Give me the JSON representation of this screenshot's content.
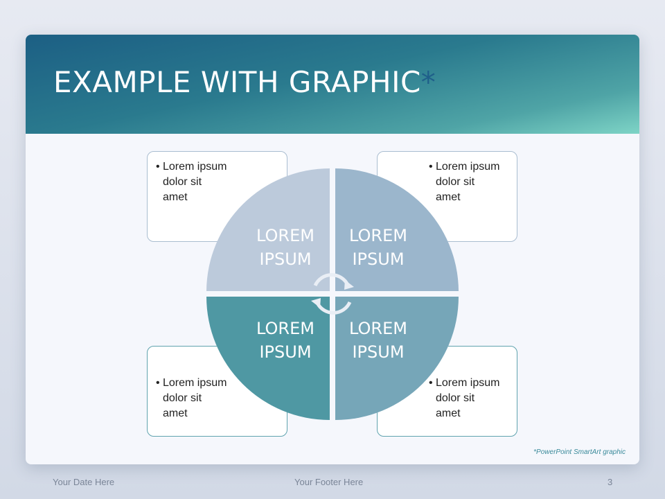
{
  "slide": {
    "title": "EXAMPLE WITH GRAPHIC",
    "title_mark": "*",
    "note": "*PowerPoint SmartArt graphic"
  },
  "boxes": [
    {
      "id": "top-left",
      "text_line1": "Lorem ipsum",
      "text_line2": "dolor sit",
      "text_line3": "amet"
    },
    {
      "id": "top-right",
      "text_line1": "Lorem ipsum",
      "text_line2": "dolor sit",
      "text_line3": "amet"
    },
    {
      "id": "bottom-left",
      "text_line1": "Lorem ipsum",
      "text_line2": "dolor sit",
      "text_line3": "amet"
    },
    {
      "id": "bottom-right",
      "text_line1": "Lorem ipsum",
      "text_line2": "dolor sit",
      "text_line3": "amet"
    }
  ],
  "quadrants": [
    {
      "line1": "LOREM",
      "line2": "IPSUM",
      "color": "#bccadb"
    },
    {
      "line1": "LOREM",
      "line2": "IPSUM",
      "color": "#9bb6cc"
    },
    {
      "line1": "LOREM",
      "line2": "IPSUM",
      "color": "#4f98a3"
    },
    {
      "line1": "LOREM",
      "line2": "IPSUM",
      "color": "#76a6b8"
    }
  ],
  "footer": {
    "date": "Your Date Here",
    "text": "Your Footer Here",
    "page": "3"
  },
  "colors": {
    "header_start": "#1c5f84",
    "header_end": "#7ed4c6",
    "accent_mark": "#1f5f8a"
  }
}
